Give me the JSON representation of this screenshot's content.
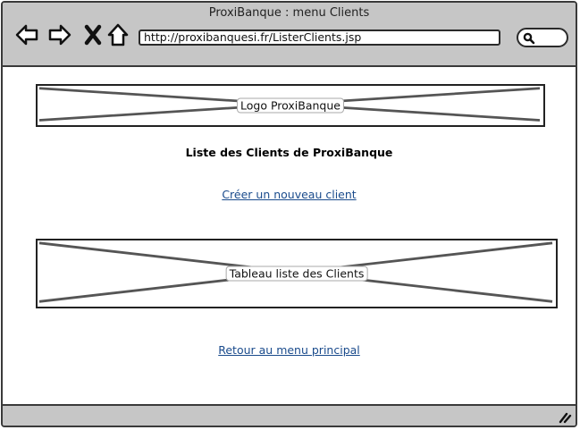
{
  "window": {
    "title": "ProxiBanque : menu Clients"
  },
  "toolbar": {
    "back_icon": "back-arrow-icon",
    "forward_icon": "forward-arrow-icon",
    "stop_icon": "close-icon",
    "home_icon": "home-icon",
    "url": "http://proxibanquesi.fr/ListerClients.jsp",
    "search_icon": "search-icon"
  },
  "main": {
    "logo_label": "Logo ProxiBanque",
    "heading": "Liste des Clients de ProxiBanque",
    "create_link": "Créer un nouveau client",
    "table_label": "Tableau liste des Clients",
    "back_link": "Retour au menu principal"
  },
  "colors": {
    "chrome": "#c6c6c6",
    "link": "#1a4b8c",
    "border": "#222222"
  }
}
